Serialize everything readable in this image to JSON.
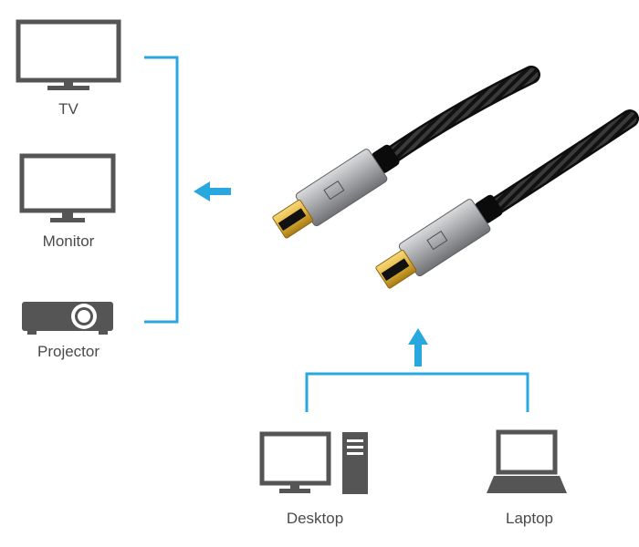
{
  "outputs": [
    {
      "label": "TV",
      "icon": "tv-icon"
    },
    {
      "label": "Monitor",
      "icon": "monitor-icon"
    },
    {
      "label": "Projector",
      "icon": "projector-icon"
    }
  ],
  "sources": [
    {
      "label": "Desktop",
      "icon": "desktop-computer-icon"
    },
    {
      "label": "Laptop",
      "icon": "laptop-icon"
    }
  ],
  "colors": {
    "accent": "#29a8e0",
    "icon": "#555555",
    "cable_shell": "#a9abae",
    "connector_gold": "#e3b53a",
    "cable_braid": "#1a1a1a"
  }
}
